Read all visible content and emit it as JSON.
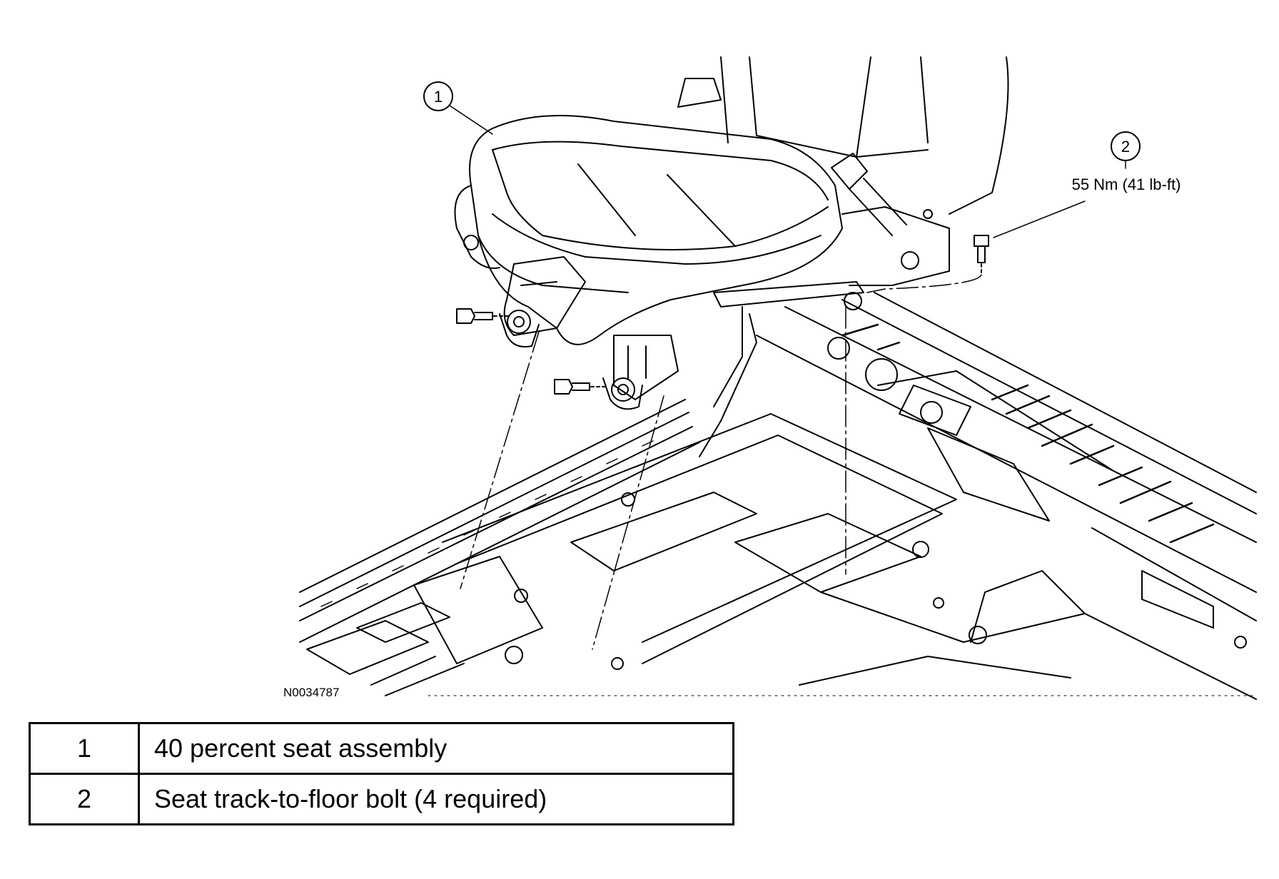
{
  "figure_id": "N0034787",
  "callouts": [
    {
      "number": "1"
    },
    {
      "number": "2",
      "torque": "55 Nm (41 lb-ft)"
    }
  ],
  "legend": [
    {
      "number": "1",
      "description": "40 percent seat assembly"
    },
    {
      "number": "2",
      "description": "Seat track-to-floor bolt (4 required)"
    }
  ]
}
